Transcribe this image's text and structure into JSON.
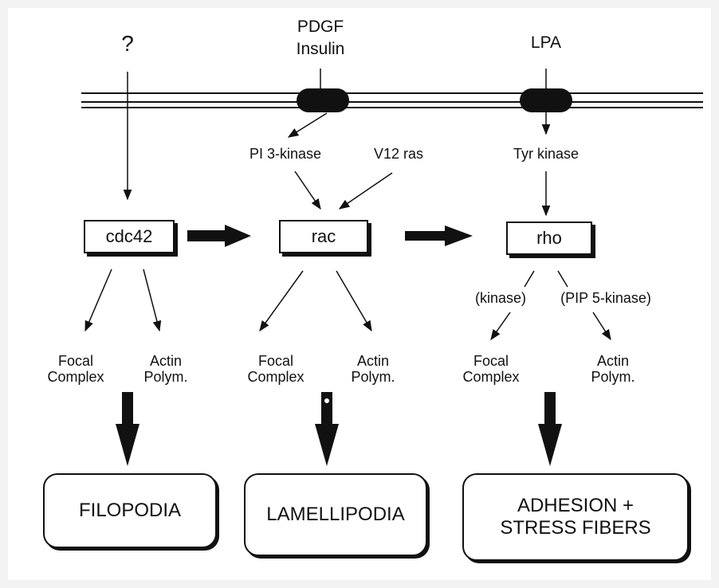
{
  "inputs": {
    "unknown": "?",
    "pdgf": "PDGF",
    "insulin": "Insulin",
    "lpa": "LPA"
  },
  "intermediates": {
    "pi3k": "PI 3-kinase",
    "v12ras": "V12 ras",
    "tyrkinase": "Tyr kinase"
  },
  "gtpases": {
    "cdc42": "cdc42",
    "rac": "rac",
    "rho": "rho"
  },
  "rho_effectors": {
    "kinase": "(kinase)",
    "pip5k": "(PIP 5-kinase)"
  },
  "cdc42_effects": {
    "focal": "Focal\nComplex",
    "actin": "Actin\nPolym."
  },
  "rac_effects": {
    "focal": "Focal\nComplex",
    "actin": "Actin\nPolym."
  },
  "rho_effects": {
    "focal": "Focal\nComplex",
    "actin": "Actin\nPolym."
  },
  "outcomes": {
    "filopodia": "FILOPODIA",
    "lamellipodia": "LAMELLIPODIA",
    "adhesion": "ADHESION +\nSTRESS FIBERS"
  },
  "colors": {
    "ink": "#111111",
    "background": "#ffffff"
  }
}
